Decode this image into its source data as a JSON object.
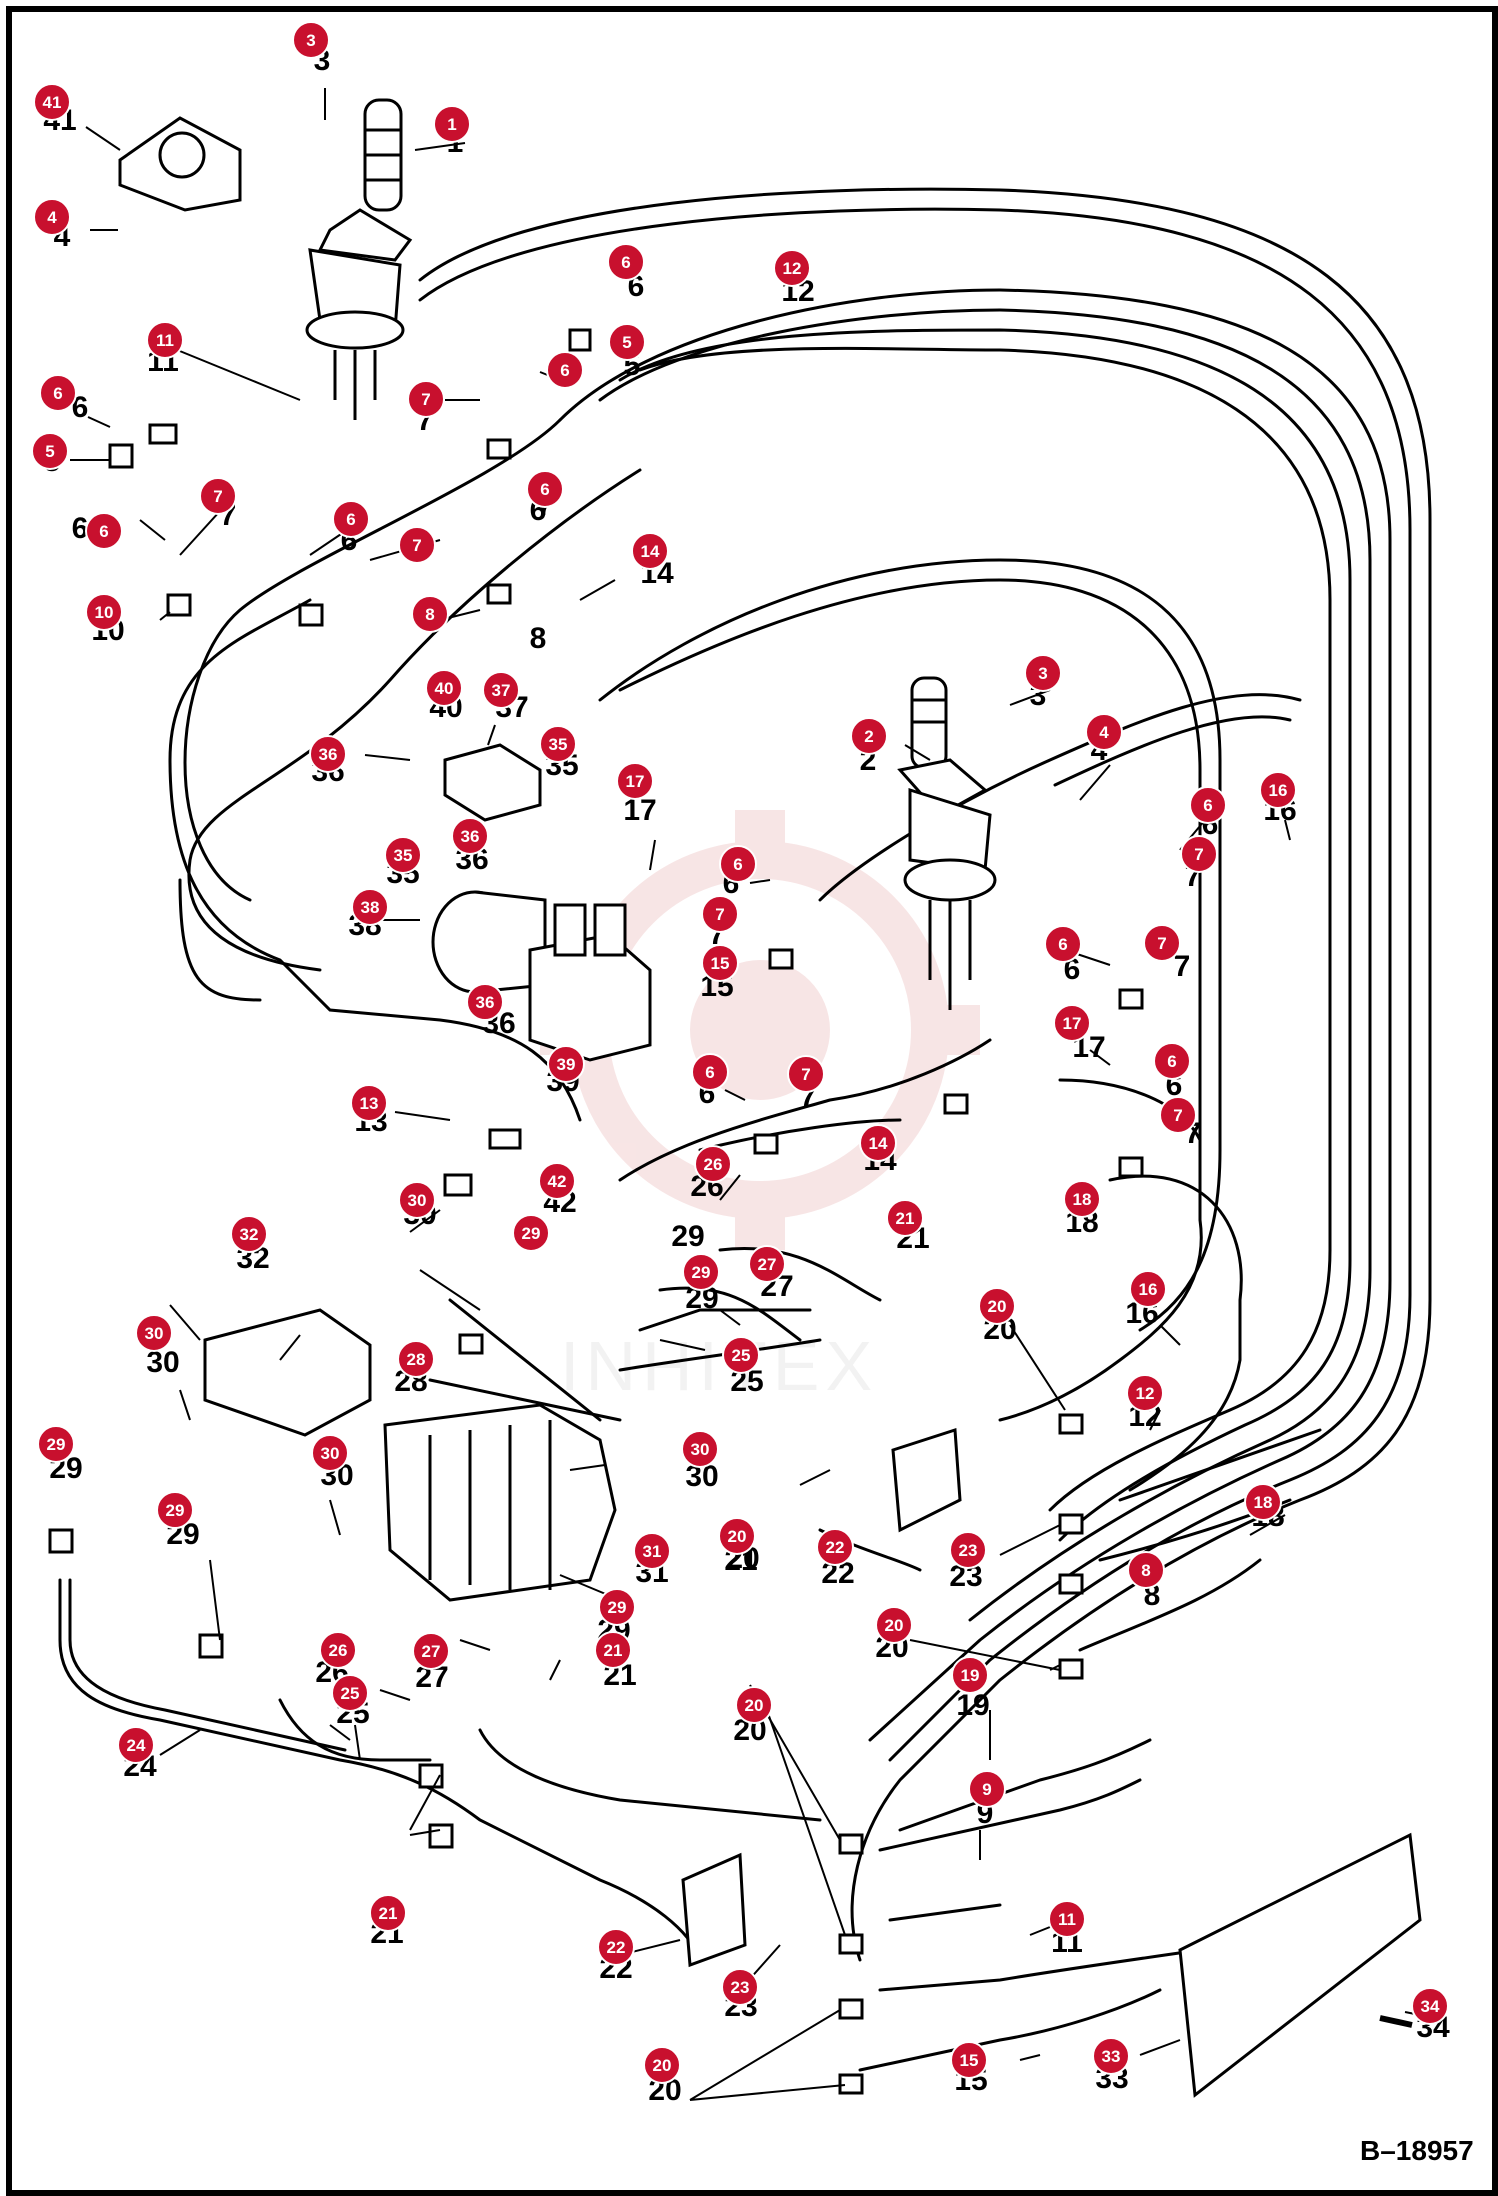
{
  "diagram": {
    "id_label": "B–18957",
    "watermark": {
      "text": "INHITEX",
      "color": "#f2d0d0"
    },
    "colors": {
      "line": "#000000",
      "callout": "#c8102e",
      "callout_text": "#ffffff"
    },
    "callouts": [
      {
        "label": "41"
      },
      {
        "label": "3"
      },
      {
        "label": "1"
      },
      {
        "label": "4"
      },
      {
        "label": "6"
      },
      {
        "label": "12"
      },
      {
        "label": "5"
      },
      {
        "label": "11"
      },
      {
        "label": "6"
      },
      {
        "label": "5"
      },
      {
        "label": "6"
      },
      {
        "label": "7"
      },
      {
        "label": "7"
      },
      {
        "label": "6"
      },
      {
        "label": "6"
      },
      {
        "label": "6"
      },
      {
        "label": "7"
      },
      {
        "label": "14"
      },
      {
        "label": "8"
      },
      {
        "label": "10"
      },
      {
        "label": "3"
      },
      {
        "label": "40"
      },
      {
        "label": "37"
      },
      {
        "label": "4"
      },
      {
        "label": "2"
      },
      {
        "label": "36"
      },
      {
        "label": "35"
      },
      {
        "label": "17"
      },
      {
        "label": "6"
      },
      {
        "label": "16"
      },
      {
        "label": "35"
      },
      {
        "label": "36"
      },
      {
        "label": "7"
      },
      {
        "label": "6"
      },
      {
        "label": "38"
      },
      {
        "label": "7"
      },
      {
        "label": "6"
      },
      {
        "label": "7"
      },
      {
        "label": "15"
      },
      {
        "label": "36"
      },
      {
        "label": "17"
      },
      {
        "label": "39"
      },
      {
        "label": "6"
      },
      {
        "label": "7"
      },
      {
        "label": "13"
      },
      {
        "label": "6"
      },
      {
        "label": "7"
      },
      {
        "label": "14"
      },
      {
        "label": "42"
      },
      {
        "label": "26"
      },
      {
        "label": "18"
      },
      {
        "label": "30"
      },
      {
        "label": "32"
      },
      {
        "label": "29"
      },
      {
        "label": "21"
      },
      {
        "label": "29"
      },
      {
        "label": "27"
      },
      {
        "label": "20"
      },
      {
        "label": "30"
      },
      {
        "label": "16"
      },
      {
        "label": "28"
      },
      {
        "label": "25"
      },
      {
        "label": "12"
      },
      {
        "label": "29"
      },
      {
        "label": "30"
      },
      {
        "label": "30"
      },
      {
        "label": "29"
      },
      {
        "label": "20"
      },
      {
        "label": "22"
      },
      {
        "label": "31"
      },
      {
        "label": "23"
      },
      {
        "label": "8"
      },
      {
        "label": "18"
      },
      {
        "label": "29"
      },
      {
        "label": "26"
      },
      {
        "label": "27"
      },
      {
        "label": "21"
      },
      {
        "label": "20"
      },
      {
        "label": "19"
      },
      {
        "label": "25"
      },
      {
        "label": "20"
      },
      {
        "label": "24"
      },
      {
        "label": "9"
      },
      {
        "label": "21"
      },
      {
        "label": "11"
      },
      {
        "label": "22"
      },
      {
        "label": "23"
      },
      {
        "label": "34"
      },
      {
        "label": "15"
      },
      {
        "label": "33"
      },
      {
        "label": "20"
      }
    ],
    "reference_numbers": [
      {
        "label": "3"
      },
      {
        "label": "41"
      },
      {
        "label": "1"
      },
      {
        "label": "4"
      },
      {
        "label": "6"
      },
      {
        "label": "12"
      },
      {
        "label": "11"
      },
      {
        "label": "5"
      },
      {
        "label": "6"
      },
      {
        "label": "5"
      },
      {
        "label": "6"
      },
      {
        "label": "7"
      },
      {
        "label": "5"
      },
      {
        "label": "7"
      },
      {
        "label": "6"
      },
      {
        "label": "6"
      },
      {
        "label": "6"
      },
      {
        "label": "7"
      },
      {
        "label": "14"
      },
      {
        "label": "8"
      },
      {
        "label": "10"
      },
      {
        "label": "3"
      },
      {
        "label": "40"
      },
      {
        "label": "37"
      },
      {
        "label": "4"
      },
      {
        "label": "2"
      },
      {
        "label": "36"
      },
      {
        "label": "35"
      },
      {
        "label": "17"
      },
      {
        "label": "6"
      },
      {
        "label": "16"
      },
      {
        "label": "35"
      },
      {
        "label": "36"
      },
      {
        "label": "7"
      },
      {
        "label": "6"
      },
      {
        "label": "38"
      },
      {
        "label": "7"
      },
      {
        "label": "6"
      },
      {
        "label": "7"
      },
      {
        "label": "15"
      },
      {
        "label": "36"
      },
      {
        "label": "17"
      },
      {
        "label": "39"
      },
      {
        "label": "6"
      },
      {
        "label": "7"
      },
      {
        "label": "13"
      },
      {
        "label": "6"
      },
      {
        "label": "7"
      },
      {
        "label": "14"
      },
      {
        "label": "42"
      },
      {
        "label": "26"
      },
      {
        "label": "18"
      },
      {
        "label": "30"
      },
      {
        "label": "32"
      },
      {
        "label": "29"
      },
      {
        "label": "21"
      },
      {
        "label": "29"
      },
      {
        "label": "27"
      },
      {
        "label": "20"
      },
      {
        "label": "30"
      },
      {
        "label": "16"
      },
      {
        "label": "28"
      },
      {
        "label": "25"
      },
      {
        "label": "12"
      },
      {
        "label": "29"
      },
      {
        "label": "30"
      },
      {
        "label": "30"
      },
      {
        "label": "29"
      },
      {
        "label": "20"
      },
      {
        "label": "21"
      },
      {
        "label": "22"
      },
      {
        "label": "31"
      },
      {
        "label": "23"
      },
      {
        "label": "8"
      },
      {
        "label": "18"
      },
      {
        "label": "29"
      },
      {
        "label": "26"
      },
      {
        "label": "27"
      },
      {
        "label": "21"
      },
      {
        "label": "20"
      },
      {
        "label": "19"
      },
      {
        "label": "25"
      },
      {
        "label": "20"
      },
      {
        "label": "24"
      },
      {
        "label": "9"
      },
      {
        "label": "21"
      },
      {
        "label": "11"
      },
      {
        "label": "22"
      },
      {
        "label": "23"
      },
      {
        "label": "34"
      },
      {
        "label": "15"
      },
      {
        "label": "33"
      },
      {
        "label": "20"
      }
    ]
  }
}
